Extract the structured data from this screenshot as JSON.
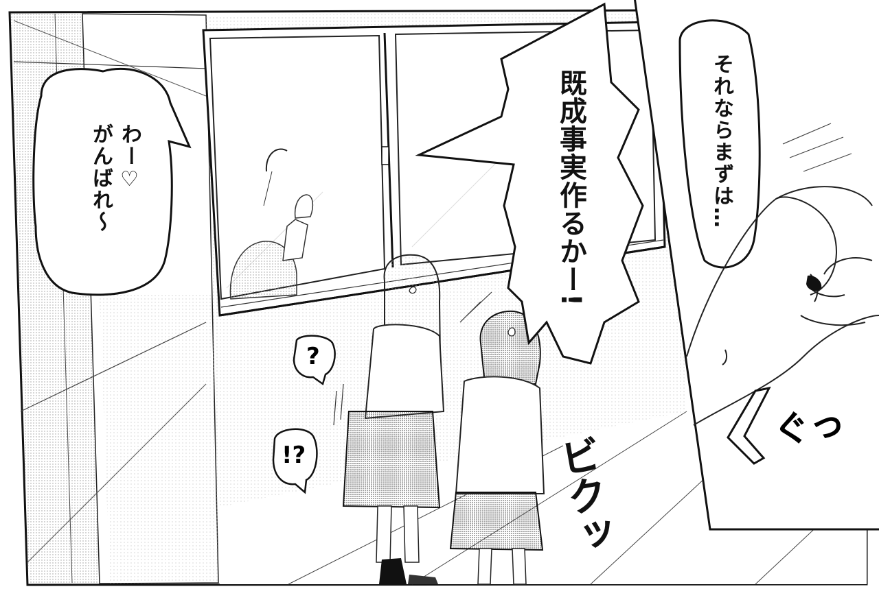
{
  "panel_main": {
    "bubble_left": {
      "line1": "わー♡",
      "line2": "がんばれ～"
    },
    "bubble_shout": {
      "text": "既成事実作るかー!"
    },
    "sfx_question": "?",
    "sfx_exclaim": "!?",
    "sfx_bikut": "ビクッ"
  },
  "panel_inset": {
    "bubble": {
      "text": "それならまずは…"
    },
    "sfx_gu": "ぐっ"
  }
}
